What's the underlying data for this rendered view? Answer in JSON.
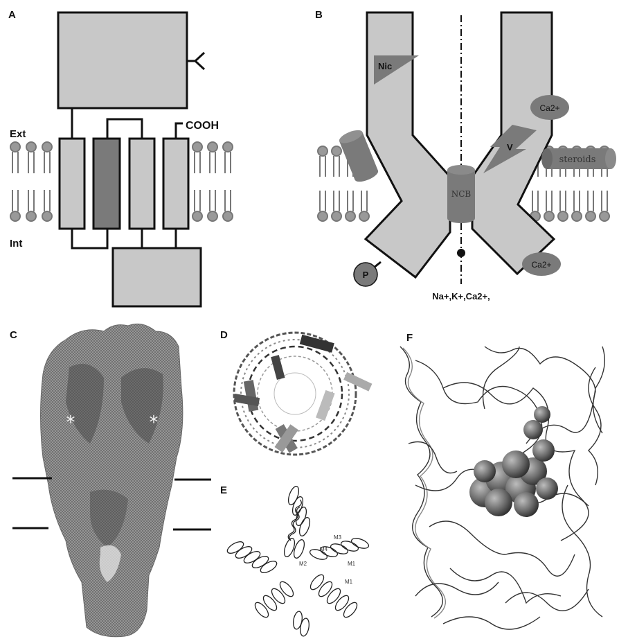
{
  "panels": {
    "a": {
      "label": "A",
      "ext_label": "Ext",
      "int_label": "Int",
      "cooh_label": "COOH"
    },
    "b": {
      "label": "B",
      "nic_label": "Nic",
      "ca_top_label": "Ca2+",
      "v_label": "V",
      "steroids_label": "steroids",
      "ncb_label": "NCB",
      "ca_bottom_label": "Ca2+",
      "p_label": "P",
      "ions_label": "Na+,K+,Ca2+,"
    },
    "c": {
      "label": "C"
    },
    "d": {
      "label": "D"
    },
    "e": {
      "label": "E",
      "helix_labels": [
        "M3",
        "M4",
        "M2",
        "M1",
        "M1"
      ]
    },
    "f": {
      "label": "F"
    }
  },
  "colors": {
    "fill_light": "#c8c8c8",
    "fill_dark": "#7a7a7a",
    "stroke": "#111111"
  }
}
